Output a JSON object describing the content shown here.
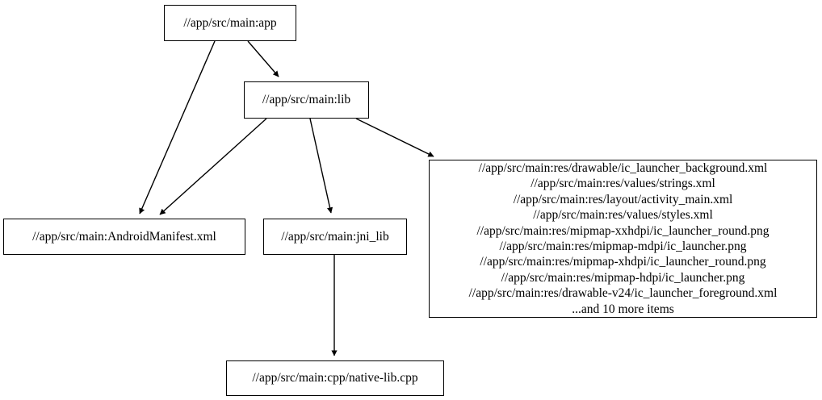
{
  "graph": {
    "type": "directed-dependency-graph",
    "nodes": [
      {
        "id": "app",
        "label": "//app/src/main:app"
      },
      {
        "id": "lib",
        "label": "//app/src/main:lib"
      },
      {
        "id": "manifest",
        "label": "//app/src/main:AndroidManifest.xml"
      },
      {
        "id": "jni_lib",
        "label": "//app/src/main:jni_lib"
      },
      {
        "id": "res",
        "label": "//app/src/main:res/drawable/ic_launcher_background.xml\n//app/src/main:res/values/strings.xml\n//app/src/main:res/layout/activity_main.xml\n//app/src/main:res/values/styles.xml\n//app/src/main:res/mipmap-xxhdpi/ic_launcher_round.png\n//app/src/main:res/mipmap-mdpi/ic_launcher.png\n//app/src/main:res/mipmap-xhdpi/ic_launcher_round.png\n//app/src/main:res/mipmap-hdpi/ic_launcher.png\n//app/src/main:res/drawable-v24/ic_launcher_foreground.xml\n...and 10 more items",
        "lines": [
          "//app/src/main:res/drawable/ic_launcher_background.xml",
          "//app/src/main:res/values/strings.xml",
          "//app/src/main:res/layout/activity_main.xml",
          "//app/src/main:res/values/styles.xml",
          "//app/src/main:res/mipmap-xxhdpi/ic_launcher_round.png",
          "//app/src/main:res/mipmap-mdpi/ic_launcher.png",
          "//app/src/main:res/mipmap-xhdpi/ic_launcher_round.png",
          "//app/src/main:res/mipmap-hdpi/ic_launcher.png",
          "//app/src/main:res/drawable-v24/ic_launcher_foreground.xml",
          "...and 10 more items"
        ]
      },
      {
        "id": "cpp",
        "label": "//app/src/main:cpp/native-lib.cpp"
      }
    ],
    "edges": [
      {
        "from": "app",
        "to": "manifest"
      },
      {
        "from": "app",
        "to": "lib"
      },
      {
        "from": "lib",
        "to": "manifest"
      },
      {
        "from": "lib",
        "to": "jni_lib"
      },
      {
        "from": "lib",
        "to": "res"
      },
      {
        "from": "jni_lib",
        "to": "cpp"
      }
    ],
    "colors": {
      "background": "#ffffff",
      "node_border": "#000000",
      "node_fill": "#ffffff",
      "edge": "#000000",
      "text": "#000000"
    }
  }
}
